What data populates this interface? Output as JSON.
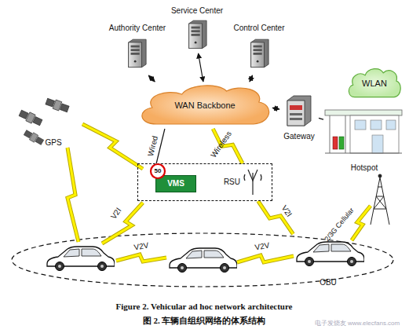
{
  "diagram": {
    "caption": "Figure 2. Vehicular ad hoc network architecture",
    "nodes": [
      {
        "text": [
          "Authority Center"
        ]
      },
      {
        "text": [
          "Service Center"
        ]
      },
      {
        "text": [
          "Control Center"
        ]
      },
      {
        "text": [
          "WAN Backbone"
        ]
      },
      {
        "text": [
          "Gateway"
        ]
      },
      {
        "text": [
          "Hotspot"
        ]
      },
      {
        "text": [
          "WLAN"
        ]
      },
      {
        "text": [
          "GPS"
        ]
      },
      {
        "text": [
          "RSU"
        ]
      },
      {
        "text": [
          "VMS"
        ],
        "in": 8
      },
      {
        "text": [
          "OBU"
        ]
      }
    ],
    "edges": [
      {
        "from": 3,
        "to": 0,
        "arrow": "both"
      },
      {
        "from": 3,
        "to": 1,
        "arrow": "both"
      },
      {
        "from": 3,
        "to": 2,
        "arrow": "both"
      },
      {
        "from": 3,
        "to": 4,
        "arrow": "both"
      },
      {
        "from": 4,
        "to": 5,
        "arrow": "none"
      },
      {
        "from": 3,
        "to": 8,
        "label": "Wired",
        "arrow": "none"
      },
      {
        "from": 3,
        "to": 8,
        "label": "Wireless",
        "arrow": "none"
      },
      {
        "from": 8,
        "to": 10,
        "label": "V2I",
        "arrow": "none"
      }
    ],
    "labels": [
      "50",
      "V2I",
      "V2V",
      "V2V",
      "2/3G Cellular",
      "图 2. 车辆自组织网络的体系结构",
      "电子发烧友 www.elecfans.com"
    ]
  }
}
